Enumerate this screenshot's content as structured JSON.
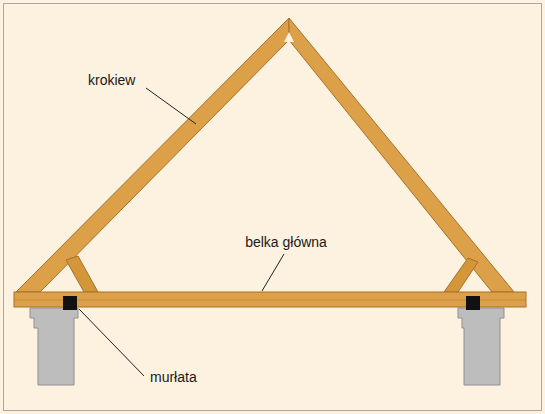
{
  "diagram": {
    "labels": [
      "krokiew",
      "belka główna",
      "murłata"
    ]
  }
}
